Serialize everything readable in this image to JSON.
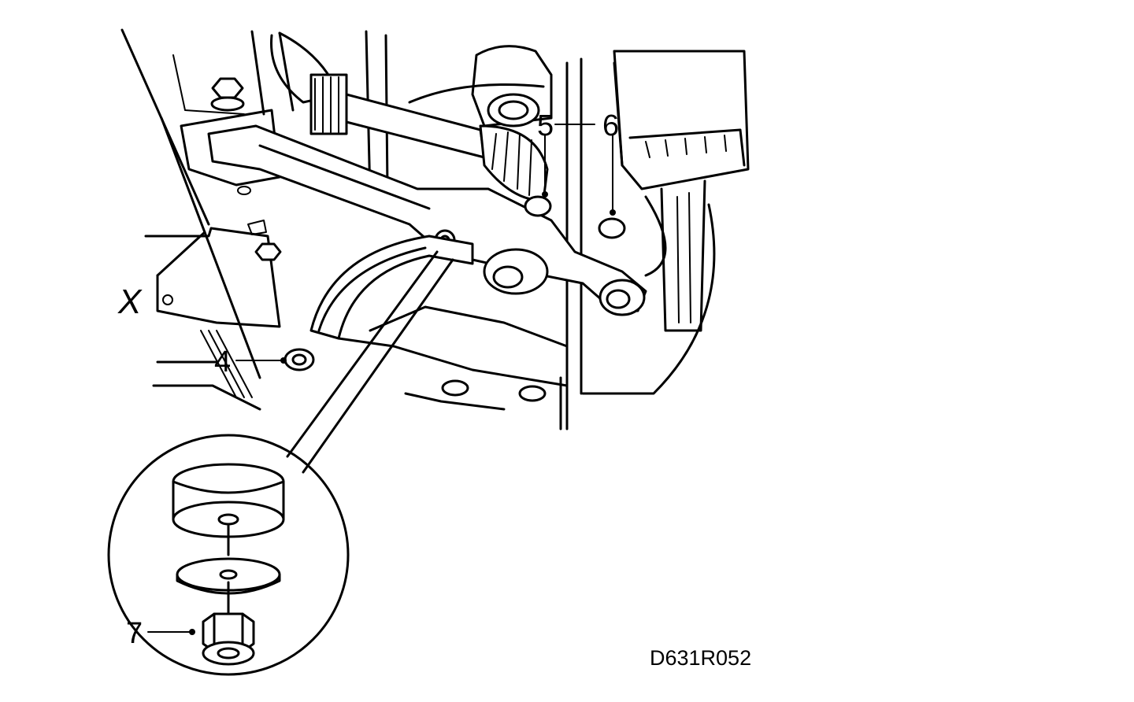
{
  "callouts": {
    "c4": "4",
    "c5": "5",
    "c6": "6",
    "c7": "7"
  },
  "figure_code": "D631R052",
  "colors": {
    "ink": "#000000",
    "paper": "#ffffff"
  }
}
